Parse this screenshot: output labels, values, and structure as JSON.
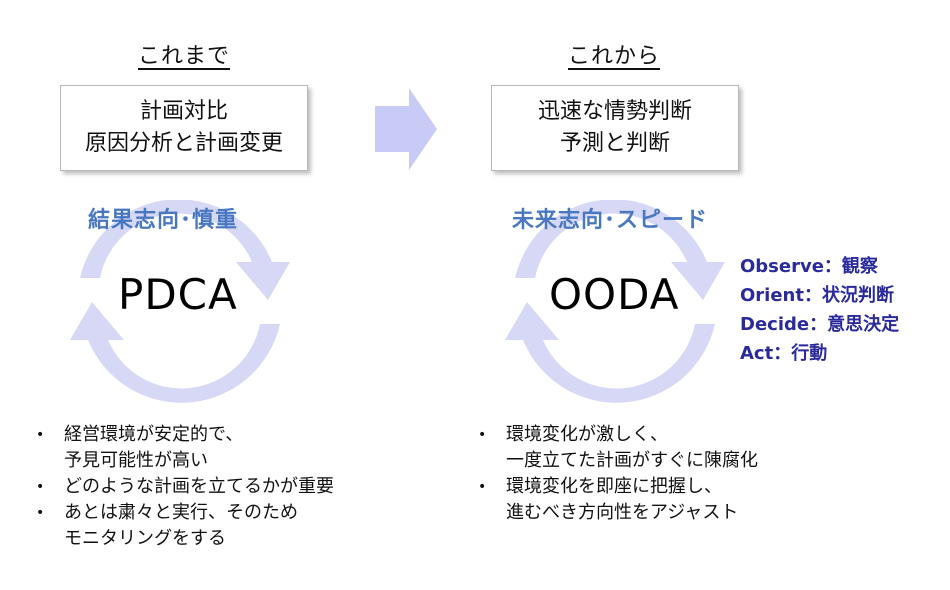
{
  "left": {
    "heading": "これまで",
    "box_line1": "計画対比",
    "box_line2": "原因分析と計画変更",
    "tagline": "結果志向･慎重",
    "cycle_label": "PDCA",
    "bullets": [
      "経営環境が安定的で、\n予見可能性が高い",
      "どのような計画を立てるかが重要",
      "あとは粛々と実行、そのため\nモニタリングをする"
    ]
  },
  "right": {
    "heading": "これから",
    "box_line1": "迅速な情勢判断",
    "box_line2": "予測と判断",
    "tagline": "未来志向･スピード",
    "cycle_label": "OODA",
    "legend": [
      "Observe：観察",
      "Orient：状況判断",
      "Decide：意思決定",
      "Act：行動"
    ],
    "bullets": [
      "環境変化が激しく、\n一度立てた計画がすぐに陳腐化",
      "環境変化を即座に把握し、\n進むべき方向性をアジャスト"
    ]
  },
  "colors": {
    "cycle_fill": "#d6d8f5",
    "arrow_fill": "#c8cbf5",
    "tagline": "#4a78c0",
    "legend": "#2a2a9a"
  }
}
